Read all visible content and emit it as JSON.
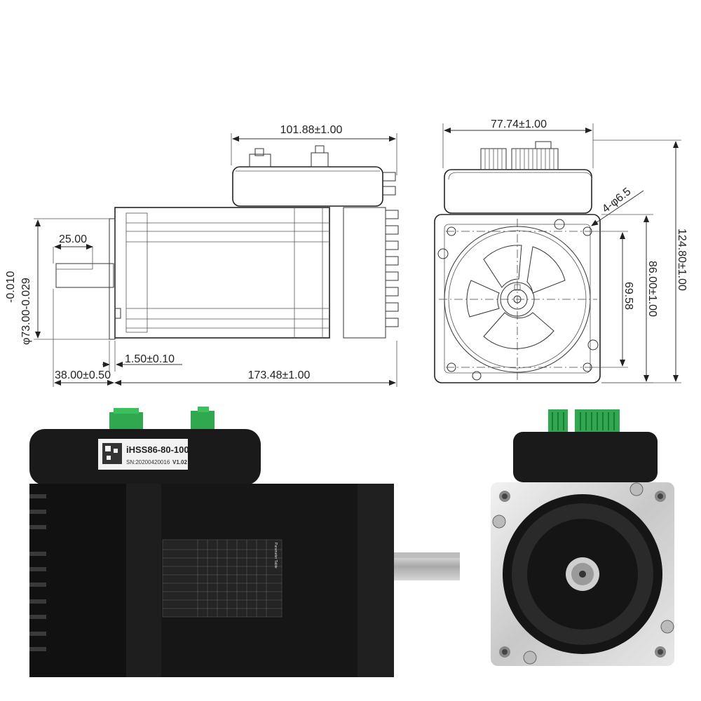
{
  "side_view": {
    "dim_length_total": "173.48±1.00",
    "dim_driver_length": "101.88±1.00",
    "dim_shaft_length": "38.00±0.50",
    "dim_shaft_flat": "25.00",
    "dim_flange_step": "1.50±0.10",
    "dim_pilot_diameter": "φ73.00-0.029",
    "dim_pilot_tolerance_upper": "-0.010"
  },
  "front_view": {
    "dim_driver_width": "77.74±1.00",
    "dim_hole_pattern": "4-φ6.5",
    "dim_inner_spacing": "69.58",
    "dim_flange_height": "86.00±1.00",
    "dim_total_height": "124.80±1.00"
  },
  "product_photo": {
    "model": "iHSS86-80-100",
    "serial": "SN:20200420016",
    "version": "V1.02",
    "table_title": "Parameter Table"
  },
  "colors": {
    "motor_body": "#1a1a1a",
    "terminal_green": "#2fa84f",
    "flange_metal": "#d9d9d9",
    "label_white": "#f2f2f2"
  }
}
